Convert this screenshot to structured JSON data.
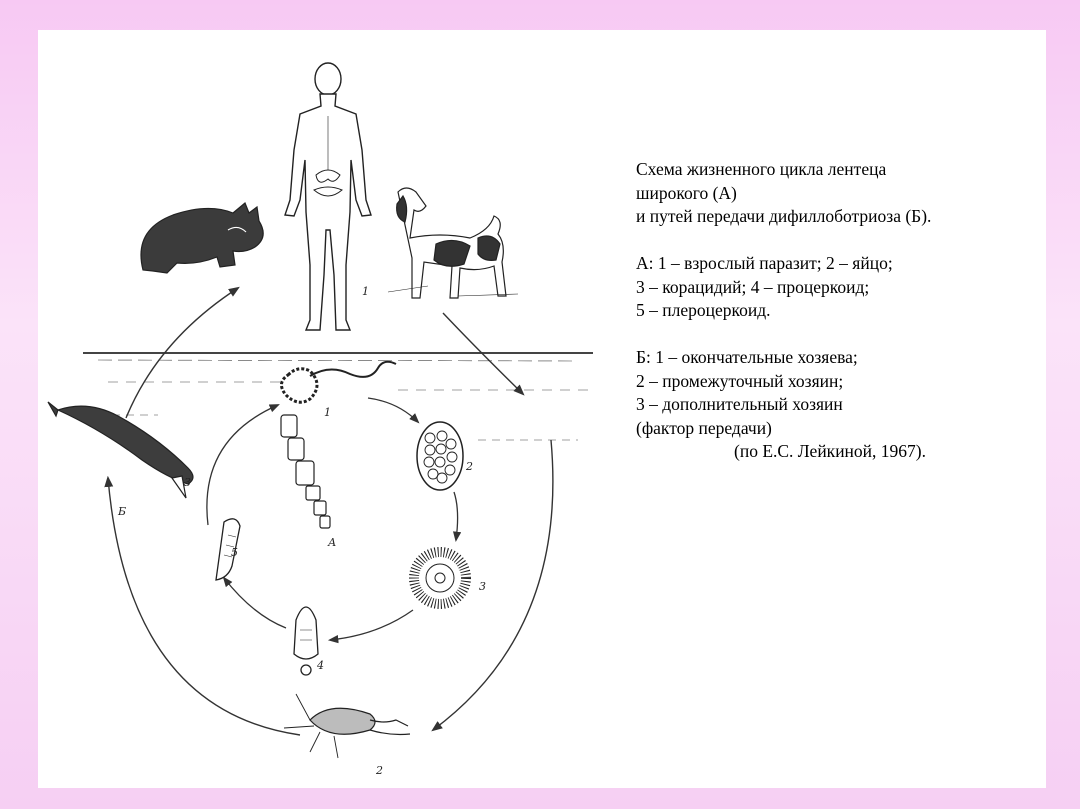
{
  "caption": {
    "title_lines": [
      "Схема жизненного цикла лентеца",
      "широкого (А)",
      "и путей передачи дифиллоботриоза (Б)."
    ],
    "legend_a_lines": [
      "А: 1 – взрослый паразит; 2 – яйцо;",
      "3 – корацидий; 4 – процеркоид;",
      "5 – плероцеркоид."
    ],
    "legend_b_lines": [
      "Б: 1 – окончательные хозяева;",
      "2 – промежуточный хозяин;",
      "3 – дополнительный хозяин",
      "(фактор передачи)"
    ],
    "citation": "(по Е.С. Лейкиной, 1967)."
  },
  "figure_labels": {
    "human": "1",
    "adult_parasite": "1",
    "egg": "2",
    "coracidium": "3",
    "procercoid": "4",
    "plerocercoid": "5",
    "cycle_a": "А",
    "cycle_b": "Б",
    "fish": "3",
    "copepod": "2"
  },
  "colors": {
    "background": "#f7c9f3",
    "slide": "#ffffff",
    "ink": "#222222"
  }
}
